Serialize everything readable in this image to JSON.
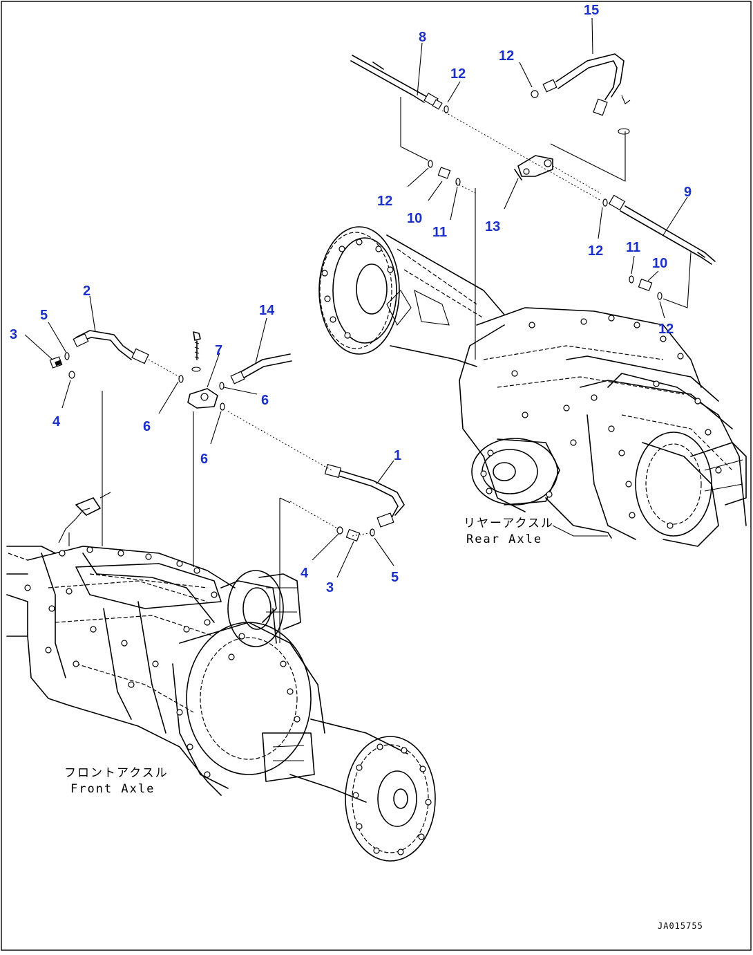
{
  "diagram": {
    "callouts": [
      "1",
      "2",
      "3",
      "3",
      "4",
      "4",
      "5",
      "5",
      "6",
      "6",
      "6",
      "7",
      "8",
      "9",
      "10",
      "10",
      "11",
      "11",
      "12",
      "12",
      "12",
      "12",
      "12",
      "13",
      "14",
      "15"
    ],
    "labels": {
      "rear_axle_jp": "リヤーアクスル",
      "rear_axle_en": "Rear Axle",
      "front_axle_jp": "フロントアクスル",
      "front_axle_en": "Front Axle"
    },
    "drawing_code": "JA015755",
    "colors": {
      "callout": "#1b2fc9",
      "line": "#000000"
    }
  }
}
